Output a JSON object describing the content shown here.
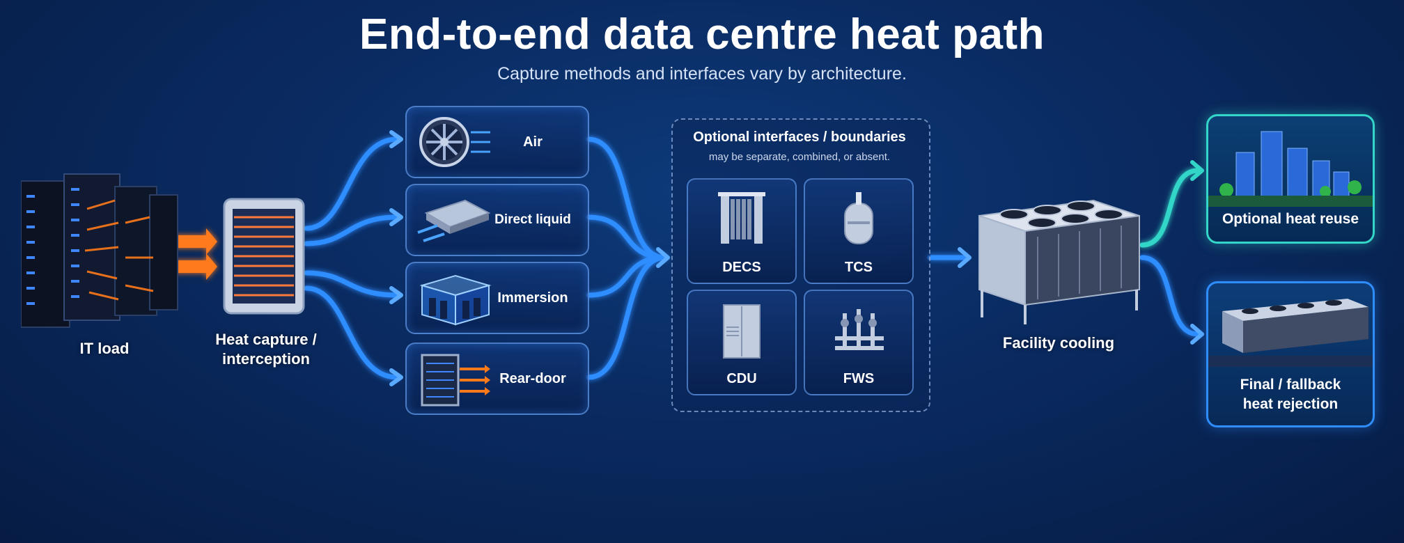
{
  "title": "End-to-end data centre heat path",
  "subtitle": "Capture methods and interfaces vary by architecture.",
  "nodes": {
    "it_load": "IT load",
    "heat_capture_l1": "Heat capture /",
    "heat_capture_l2": "interception",
    "facility_cooling": "Facility cooling"
  },
  "capture_methods": [
    "Air",
    "Direct liquid",
    "Immersion",
    "Rear-door"
  ],
  "interfaces": {
    "title": "Optional interfaces / boundaries",
    "note": "may be separate, combined, or absent.",
    "items": [
      "DECS",
      "TCS",
      "CDU",
      "FWS"
    ]
  },
  "outputs": {
    "reuse": "Optional heat reuse",
    "rejection_l1": "Final / fallback",
    "rejection_l2": "heat rejection"
  },
  "colors": {
    "flow_blue": "#2f8dff",
    "heat_orange": "#ff7a1a",
    "reuse_teal": "#33d6c8"
  }
}
